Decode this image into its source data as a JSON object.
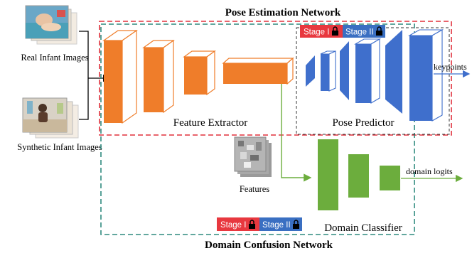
{
  "titles": {
    "pose_network": "Pose Estimation Network",
    "domain_network": "Domain Confusion Network"
  },
  "inputs": {
    "real": "Real Infant Images",
    "synthetic": "Synthetic Infant Images"
  },
  "modules": {
    "feature_extractor": "Feature Extractor",
    "pose_predictor": "Pose Predictor",
    "domain_classifier": "Domain Classifier"
  },
  "stages": {
    "stage1": "Stage I",
    "stage2": "Stage II"
  },
  "outputs": {
    "keypoints": "keypoints",
    "domain_logits": "domain logits",
    "features": "Features"
  },
  "colors": {
    "pose_box": "#e0303c",
    "domain_box": "#2f8a7e",
    "extractor_orange": "#ef7d2a",
    "predictor_blue": "#3f6fcc",
    "classifier_green": "#6cad3d",
    "stage1_red": "#e8383f",
    "stage2_blue": "#3a6fc2"
  },
  "icons": {
    "stage_lock": "lock-icon"
  }
}
